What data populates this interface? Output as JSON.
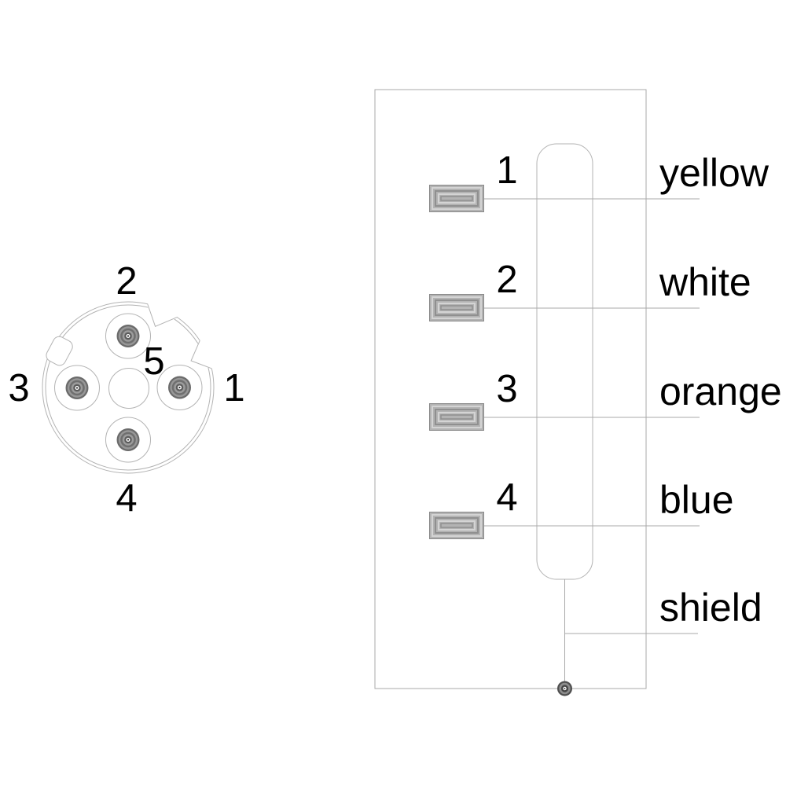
{
  "connector_face": {
    "pin_labels": [
      {
        "pin": "1",
        "position": "right"
      },
      {
        "pin": "2",
        "position": "top"
      },
      {
        "pin": "3",
        "position": "left"
      },
      {
        "pin": "4",
        "position": "bottom"
      },
      {
        "pin": "5",
        "position": "center"
      }
    ]
  },
  "wiring_diagram": {
    "rows": [
      {
        "pin": "1",
        "wire_color": "yellow"
      },
      {
        "pin": "2",
        "wire_color": "white"
      },
      {
        "pin": "3",
        "wire_color": "orange"
      },
      {
        "pin": "4",
        "wire_color": "blue"
      }
    ],
    "shield_label": "shield"
  },
  "colors": {
    "background": "#ffffff",
    "line_gray": "#a9a9a9",
    "rim_gray": "#b3b3b3",
    "text": "#000000",
    "pad_gray": "#b3b3b3"
  }
}
